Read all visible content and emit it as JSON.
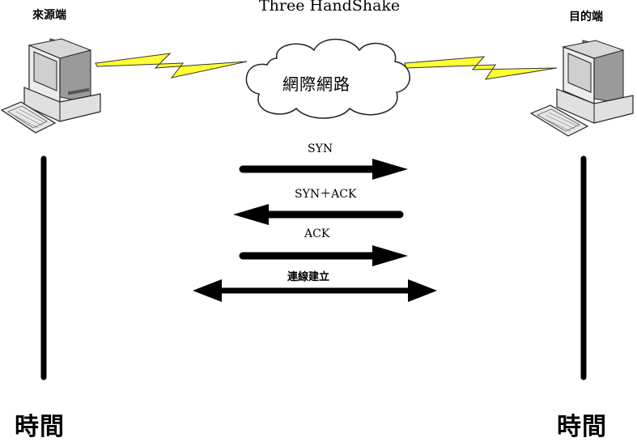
{
  "title": "Three HandShake",
  "source_label": "來源端",
  "dest_label": "目的端",
  "network_label": "網際網路",
  "messages": {
    "syn": "SYN",
    "syn_ack": "SYN＋ACK",
    "ack": "ACK",
    "established": "連線建立"
  },
  "time_left": "時間",
  "time_right": "時間",
  "colors": {
    "lightning": "#ffff33",
    "line": "#000000",
    "computer_body": "#e6e6e6"
  }
}
